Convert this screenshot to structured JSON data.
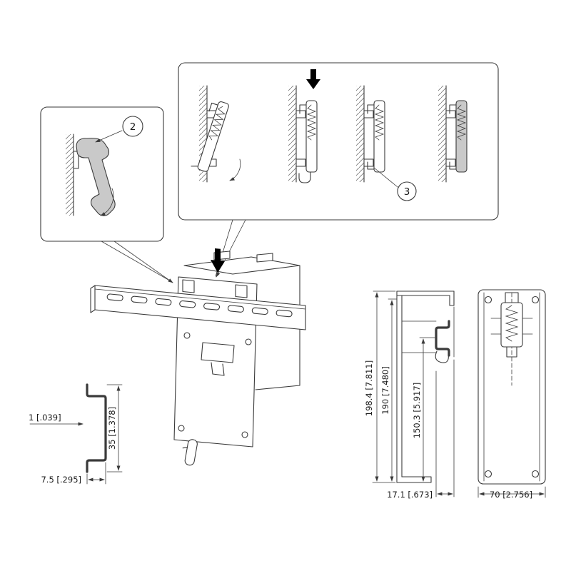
{
  "drawing": {
    "title": "DIN rail mounting technical drawing",
    "callouts": {
      "step2": "2",
      "step3": "3"
    },
    "dimensions": {
      "rail_thickness": "1 [.039]",
      "rail_height": "35 [1.378]",
      "rail_depth": "7.5 [.295]",
      "overall_height": "198.4 [7.811]",
      "body_height": "190 [7.480]",
      "rail_center": "150.3 [5.917]",
      "side_depth": "17.1 [.673]",
      "front_width": "70 [2.756]"
    },
    "colors": {
      "line": "#3a3a3a",
      "gray_fill": "#c9c9c9",
      "black": "#000000",
      "background": "#ffffff"
    }
  }
}
